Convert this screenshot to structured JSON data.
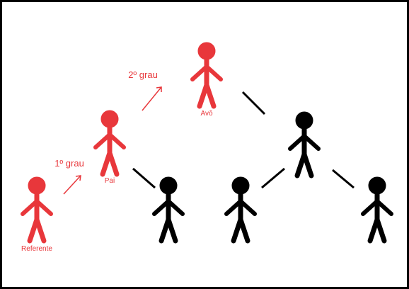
{
  "colors": {
    "highlight": "#e8373b",
    "default": "#000000",
    "background": "#ffffff"
  },
  "labels": {
    "referente": "Referente",
    "pai": "Pai",
    "avo": "Avô",
    "grau1": "1º grau",
    "grau2": "2º grau"
  },
  "people": [
    {
      "id": "referente",
      "highlighted": true,
      "label": "Referente"
    },
    {
      "id": "pai",
      "highlighted": true,
      "label": "Pai"
    },
    {
      "id": "avo",
      "highlighted": true,
      "label": "Avô"
    },
    {
      "id": "tio",
      "highlighted": false,
      "label": ""
    },
    {
      "id": "irmao",
      "highlighted": false,
      "label": ""
    },
    {
      "id": "primo-1",
      "highlighted": false,
      "label": ""
    },
    {
      "id": "primo-2",
      "highlighted": false,
      "label": ""
    }
  ]
}
